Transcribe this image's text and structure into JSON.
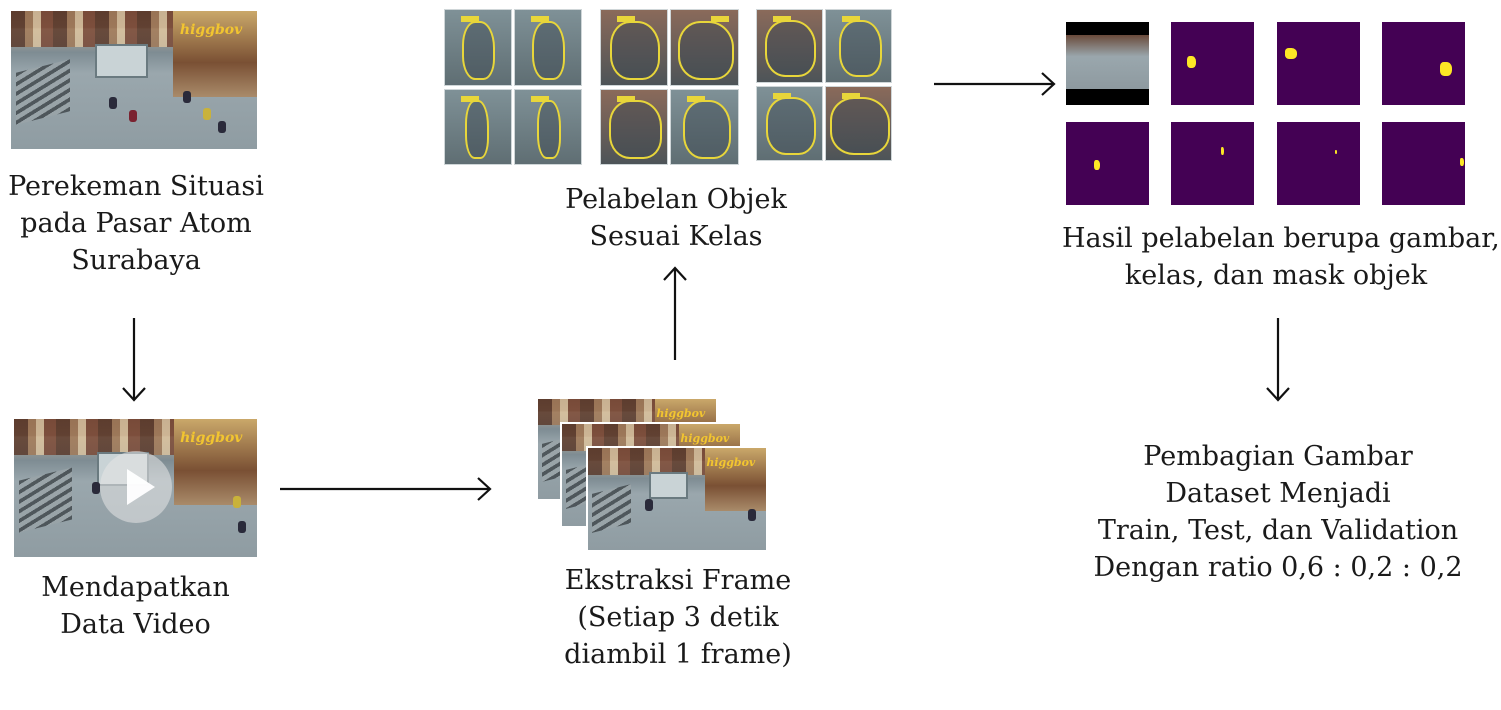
{
  "steps": {
    "recording": {
      "lines": [
        "Perekeman Situasi",
        "pada Pasar Atom",
        "Surabaya"
      ]
    },
    "video": {
      "lines": [
        "Mendapatkan",
        "Data Video"
      ]
    },
    "extraction": {
      "lines": [
        "Ekstraksi Frame",
        "(Setiap 3 detik",
        "diambil 1 frame)"
      ]
    },
    "labeling": {
      "lines": [
        "Pelabelan Objek",
        "Sesuai Kelas"
      ]
    },
    "result": {
      "lines": [
        "Hasil pelabelan berupa gambar,",
        "kelas, dan mask objek"
      ]
    },
    "split": {
      "lines": [
        "Pembagian Gambar",
        "Dataset Menjadi",
        "Train, Test, dan Validation",
        "Dengan ratio 0,6 : 0,2 : 0,2"
      ]
    }
  },
  "colors": {
    "mask_background": "#440154",
    "mask_object": "#fde725",
    "label_outline": "#e8d63a",
    "arrow": "#111111"
  }
}
